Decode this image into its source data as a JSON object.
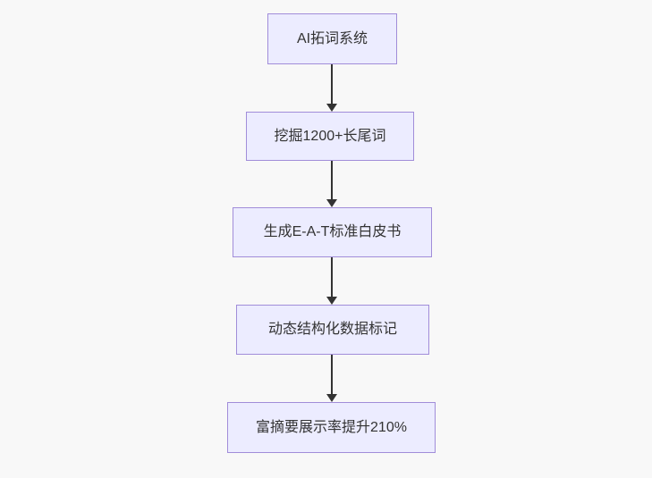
{
  "diagram": {
    "type": "flowchart",
    "direction": "top-down",
    "background_color": "#f8f8f8",
    "node_fill_color": "#ececff",
    "node_border_color": "#a18dd9",
    "text_color": "#333333",
    "arrow_color": "#333333",
    "nodes": [
      "AI拓词系统",
      "挖掘1200+长尾词",
      "生成E-A-T标准白皮书",
      "动态结构化数据标记",
      "富摘要展示率提升210%"
    ],
    "edges": [
      {
        "from": 0,
        "to": 1
      },
      {
        "from": 1,
        "to": 2
      },
      {
        "from": 2,
        "to": 3
      },
      {
        "from": 3,
        "to": 4
      }
    ]
  }
}
